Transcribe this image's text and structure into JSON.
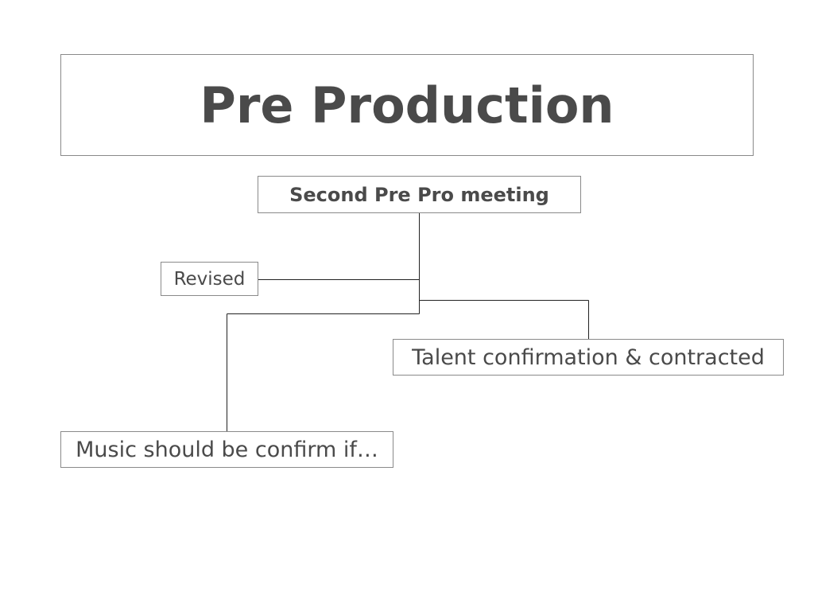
{
  "diagram": {
    "title": "Pre Production",
    "root": {
      "label": "Second Pre Pro meeting"
    },
    "children": [
      {
        "label": "Revised"
      },
      {
        "label": "Talent confirmation & contracted"
      },
      {
        "label": "Music should be confirm if…"
      }
    ],
    "colors": {
      "text": "#4a4a4a",
      "box_border": "#8a8a8a",
      "connector": "#222222",
      "background": "#ffffff"
    }
  }
}
